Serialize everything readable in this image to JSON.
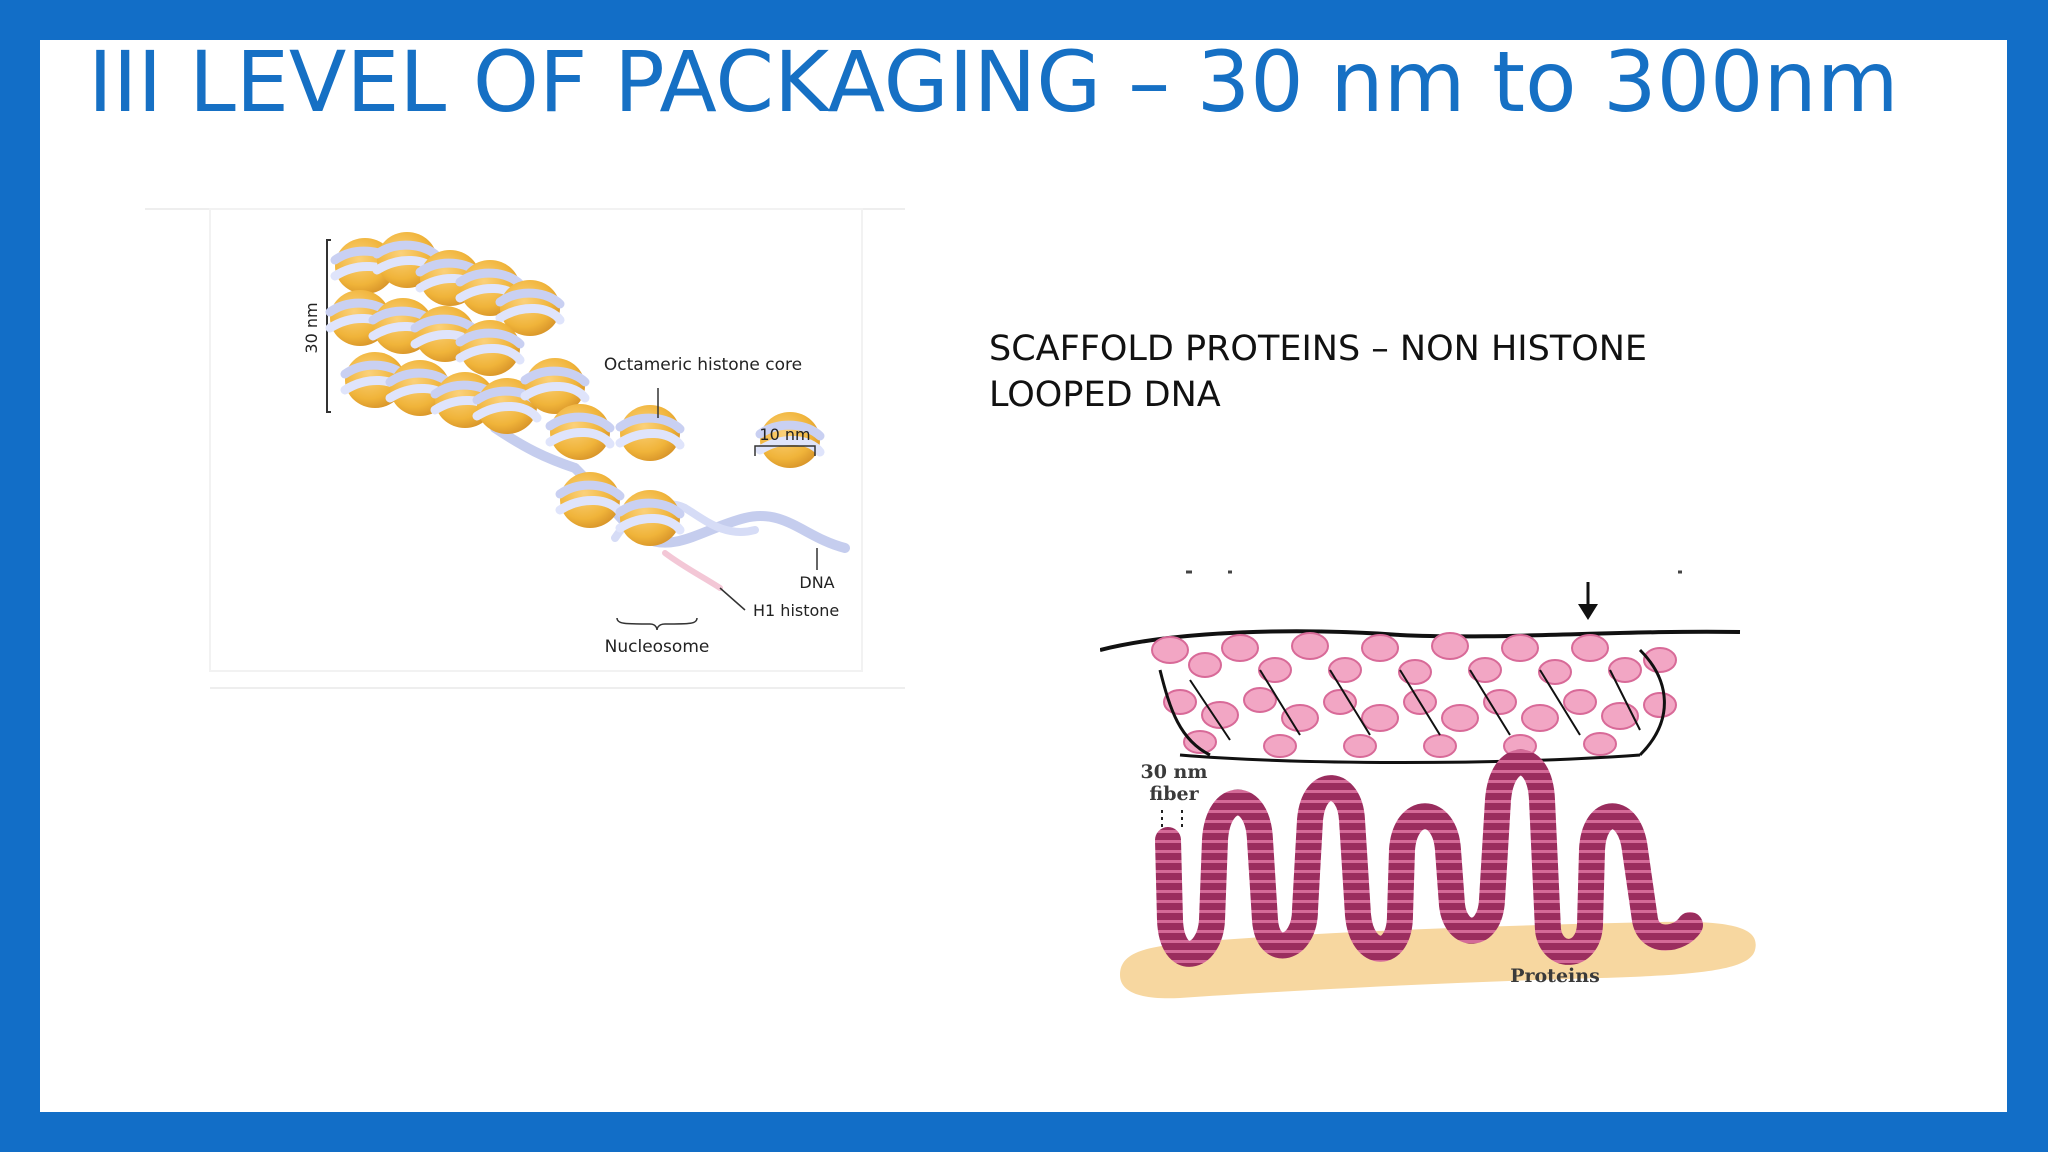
{
  "slide": {
    "title": "III LEVEL OF PACKAGING – 30 nm to 300nm",
    "body_lines": [
      "SCAFFOLD PROTEINS – NON HISTONE",
      "LOOPED DNA"
    ]
  },
  "figure_chromatin": {
    "label_30nm": "30 nm",
    "label_octameric": "Octameric histone core",
    "label_10nm": "10 nm",
    "label_dna": "DNA",
    "label_h1": "H1 histone",
    "label_nucleosome": "Nucleosome"
  },
  "figure_loops": {
    "label_30nm_line1": "30 nm",
    "label_30nm_line2": "fiber",
    "label_proteins": "Proteins"
  },
  "colors": {
    "frame_blue": "#126ec7",
    "title_blue": "#1670c4",
    "nucleosome_orange": "#f0b43a",
    "dna_lavender": "#c5cdee",
    "fiber_maroon": "#9a2d5e",
    "scaffold_tan": "#f7d7a0"
  }
}
